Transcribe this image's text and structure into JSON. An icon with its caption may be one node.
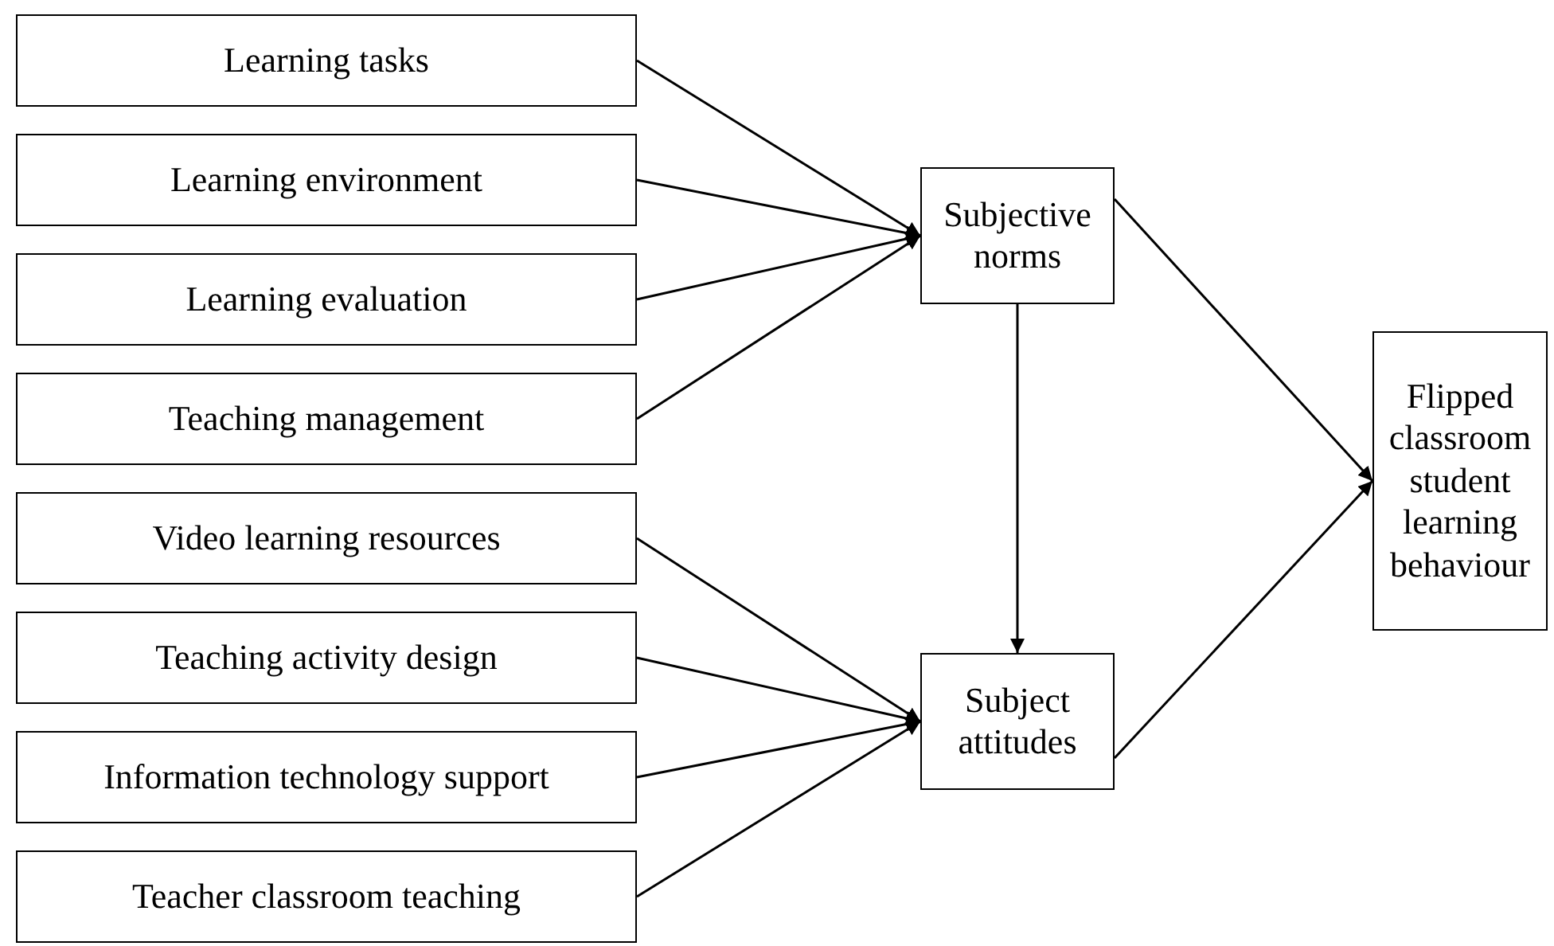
{
  "diagram": {
    "nodes": [
      {
        "text": [
          "Learning tasks"
        ]
      },
      {
        "text": [
          "Learning environment"
        ]
      },
      {
        "text": [
          "Learning evaluation"
        ]
      },
      {
        "text": [
          "Teaching management"
        ]
      },
      {
        "text": [
          "Video learning resources"
        ]
      },
      {
        "text": [
          "Teaching activity design"
        ]
      },
      {
        "text": [
          "Information technology support"
        ]
      },
      {
        "text": [
          "Teacher classroom teaching"
        ]
      },
      {
        "text": [
          "Subjective norms"
        ]
      },
      {
        "text": [
          "Subject attitudes"
        ]
      },
      {
        "text": [
          "Flipped classroom student learning behaviour"
        ]
      }
    ],
    "edges": [
      {
        "from": 0,
        "to": 8,
        "arrow": "to"
      },
      {
        "from": 1,
        "to": 8,
        "arrow": "to"
      },
      {
        "from": 2,
        "to": 8,
        "arrow": "to"
      },
      {
        "from": 3,
        "to": 8,
        "arrow": "to"
      },
      {
        "from": 4,
        "to": 9,
        "arrow": "to"
      },
      {
        "from": 5,
        "to": 9,
        "arrow": "to"
      },
      {
        "from": 6,
        "to": 9,
        "arrow": "to"
      },
      {
        "from": 7,
        "to": 9,
        "arrow": "to"
      },
      {
        "from": 8,
        "to": 9,
        "arrow": "to"
      },
      {
        "from": 8,
        "to": 10,
        "arrow": "to"
      },
      {
        "from": 9,
        "to": 10,
        "arrow": "to"
      }
    ]
  }
}
